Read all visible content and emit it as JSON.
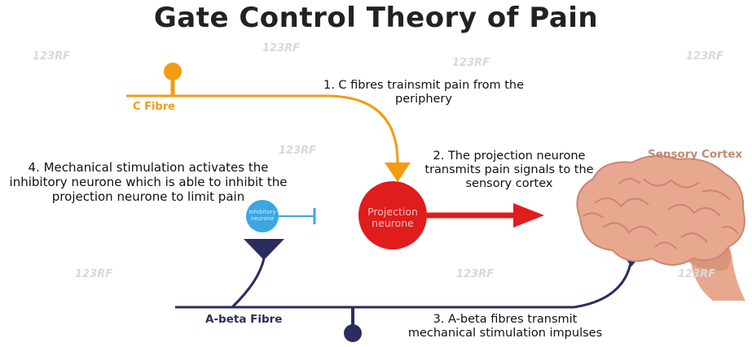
{
  "title": "Gate Control Theory of Pain",
  "labels": {
    "c_fibre": "C Fibre",
    "a_beta_fibre": "A-beta Fibre",
    "sensory_cortex": "Sensory Cortex",
    "projection_neurone": "Projection neurone",
    "inhibitory_neurone": "Inhibitory neurone"
  },
  "notes": {
    "step1": "1. C fibres trainsmit pain from the periphery",
    "step2": "2. The projection neurone transmits pain signals to the sensory cortex",
    "step3": "3. A-beta fibres transmit mechanical stimulation impulses",
    "step4": "4. Mechanical stimulation activates the inhibitory neurone which is able to inhibit the projection neurone to limit pain"
  },
  "watermark": "123RF",
  "colors": {
    "c_fibre": "#f39c12",
    "a_beta_fibre": "#2c2d5e",
    "projection_neurone": "#e01c1c",
    "inhibitory_neurone": "#3aa7e0",
    "brain": "#e8a88f"
  }
}
